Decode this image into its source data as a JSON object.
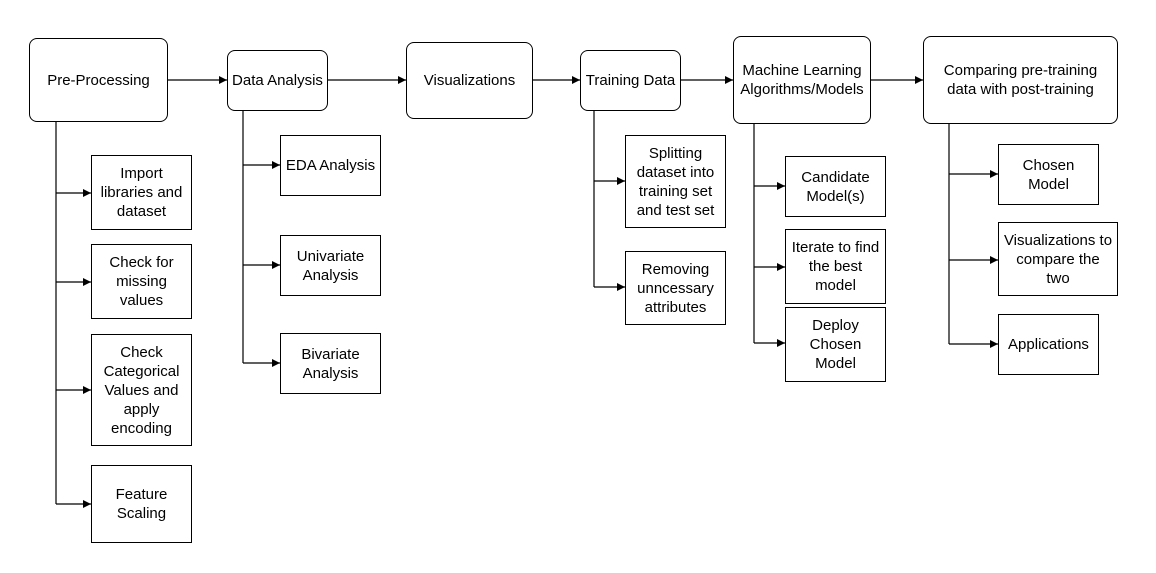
{
  "main_steps": {
    "preprocessing": "Pre-Processing",
    "data_analysis": "Data Analysis",
    "visualizations": "Visualizations",
    "training_data": "Training Data",
    "ml_models": "Machine Learning Algorithms/Models",
    "comparing": "Comparing pre-training data with post-training"
  },
  "preprocessing_substeps": {
    "import": "Import libraries and dataset",
    "missing": "Check for missing values",
    "categorical": "Check Categorical Values and apply encoding",
    "scaling": "Feature Scaling"
  },
  "analysis_substeps": {
    "eda": "EDA Analysis",
    "univariate": "Univariate Analysis",
    "bivariate": "Bivariate Analysis"
  },
  "training_substeps": {
    "splitting": "Splitting dataset into training set and test set",
    "removing": "Removing unncessary attributes"
  },
  "model_substeps": {
    "candidate": "Candidate Model(s)",
    "iterate": "Iterate to find the best model",
    "deploy": "Deploy Chosen Model"
  },
  "comparing_substeps": {
    "chosen": "Chosen Model",
    "visualizations": "Visualizations to compare the two",
    "applications": "Applications"
  }
}
